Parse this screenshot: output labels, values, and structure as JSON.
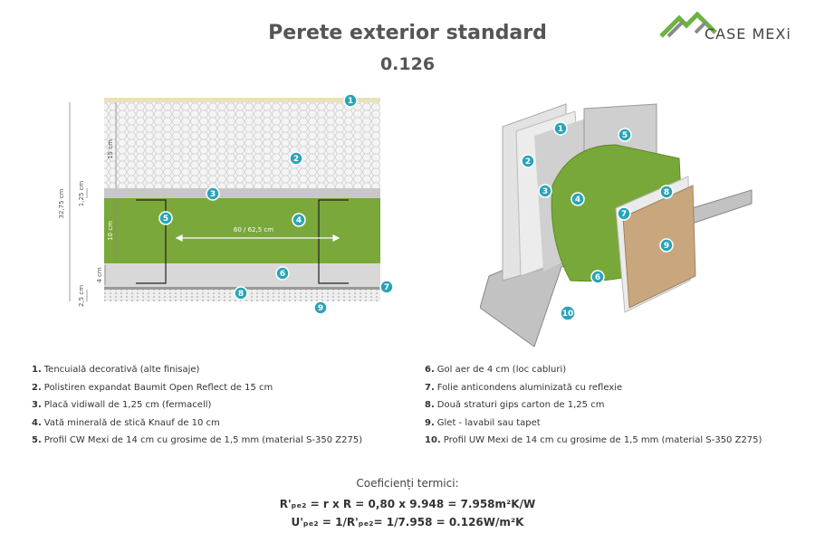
{
  "title": "Perete exterior standard",
  "code": "0.126",
  "brand": {
    "name": "CASE MEXi",
    "colors": [
      "#6cb33f",
      "#8a8a8a"
    ]
  },
  "dimensions": {
    "total": "32,75 cm",
    "eps": "15 cm",
    "vidiwall": "1,25 cm",
    "wool": "10 cm",
    "air": "4 cm",
    "gips": "2,5 cm",
    "spacing": "60 / 62,5 cm"
  },
  "badges": [
    "1",
    "2",
    "3",
    "4",
    "5",
    "6",
    "7",
    "8",
    "9",
    "10"
  ],
  "legend": [
    {
      "num": "1.",
      "text": "Tencuială decorativă (alte finisaje)"
    },
    {
      "num": "2.",
      "text": "Polistiren expandat Baumit Open Reflect de 15 cm"
    },
    {
      "num": "3.",
      "text": "Placă vidiwall de 1,25 cm (fermacell)"
    },
    {
      "num": "4.",
      "text": "Vată minerală de stică Knauf de 10 cm"
    },
    {
      "num": "5.",
      "text": "Profil CW Mexi de 14 cm cu grosime de 1,5 mm (material S-350 Z275)"
    },
    {
      "num": "6.",
      "text": "Gol aer de 4 cm (loc cabluri)"
    },
    {
      "num": "7.",
      "text": "Folie anticondens aluminizată cu reflexie"
    },
    {
      "num": "8.",
      "text": "Două straturi gips carton de 1,25 cm"
    },
    {
      "num": "9.",
      "text": "Glet - lavabil sau tapet"
    },
    {
      "num": "10.",
      "text": "Profil UW Mexi de 14 cm cu grosime de 1,5 mm (material S-350 Z275)"
    }
  ],
  "coefficients": {
    "heading": "Coeficienți termici:",
    "r_formula": "R'ₚₑ₂ = r x R = 0,80 x 9.948 = 7.958m²K/W",
    "u_formula": "U'ₚₑ₂ = 1/R'ₚₑ₂= 1/7.958 = 0.126W/m²K"
  }
}
